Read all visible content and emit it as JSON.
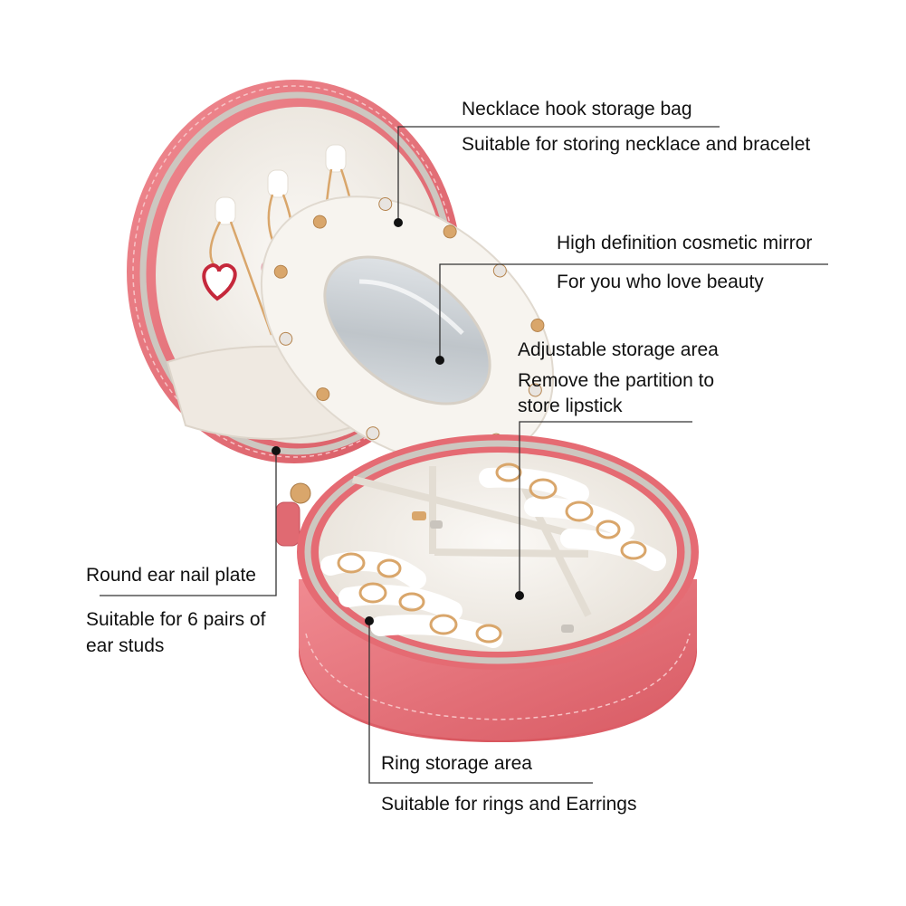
{
  "colors": {
    "case": "#e86a72",
    "case_dark": "#c94f58",
    "case_light": "#f39aa0",
    "velvet": "#f4f1ec",
    "velvet_shadow": "#dcd6cc",
    "zipper": "#c9c4bd",
    "gold": "#d9a66b",
    "mirror": "#cfd4d8",
    "text": "#111111",
    "leader": "#333333"
  },
  "callouts": {
    "necklace": {
      "title": "Necklace hook storage bag",
      "detail": "Suitable for storing necklace and bracelet"
    },
    "mirror": {
      "title": "High definition cosmetic mirror",
      "detail": "For you who love beauty"
    },
    "adjustable": {
      "title": "Adjustable storage area",
      "detail": "Remove the partition to store lipstick"
    },
    "ear_plate": {
      "title": "Round ear nail plate",
      "detail": "Suitable for 6 pairs of ear studs"
    },
    "ring": {
      "title": "Ring storage area",
      "detail": "Suitable for rings and Earrings"
    }
  }
}
